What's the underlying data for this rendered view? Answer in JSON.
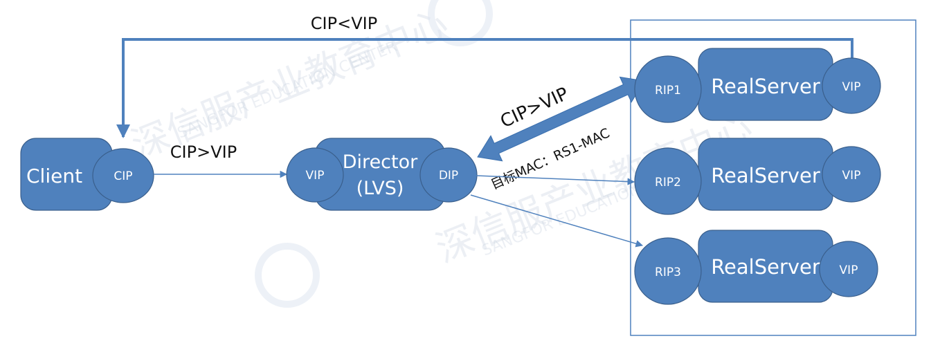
{
  "colors": {
    "node_fill": "#4f81bd",
    "node_stroke": "#3a5f8c",
    "line": "#4f81bd",
    "text_dark": "#111111",
    "text_light": "#ffffff"
  },
  "nodes": {
    "client": {
      "label": "Client",
      "port": "CIP"
    },
    "director": {
      "label_line1": "Director",
      "label_line2": "(LVS)",
      "port_in": "VIP",
      "port_out": "DIP"
    },
    "realservers": [
      {
        "label": "RealServer",
        "rip": "RIP1",
        "vip": "VIP"
      },
      {
        "label": "RealServer",
        "rip": "RIP2",
        "vip": "VIP"
      },
      {
        "label": "RealServer",
        "rip": "RIP3",
        "vip": "VIP"
      }
    ]
  },
  "edges": {
    "return_path_label": "CIP<VIP",
    "client_to_director_label": "CIP>VIP",
    "director_to_rs1_label": "CIP>VIP",
    "director_to_rs1_mac_label": "目标MAC：RS1-MAC"
  },
  "watermarks": [
    "深信服产业教育中心",
    "SANGFOR EDUCATION CENTER"
  ]
}
